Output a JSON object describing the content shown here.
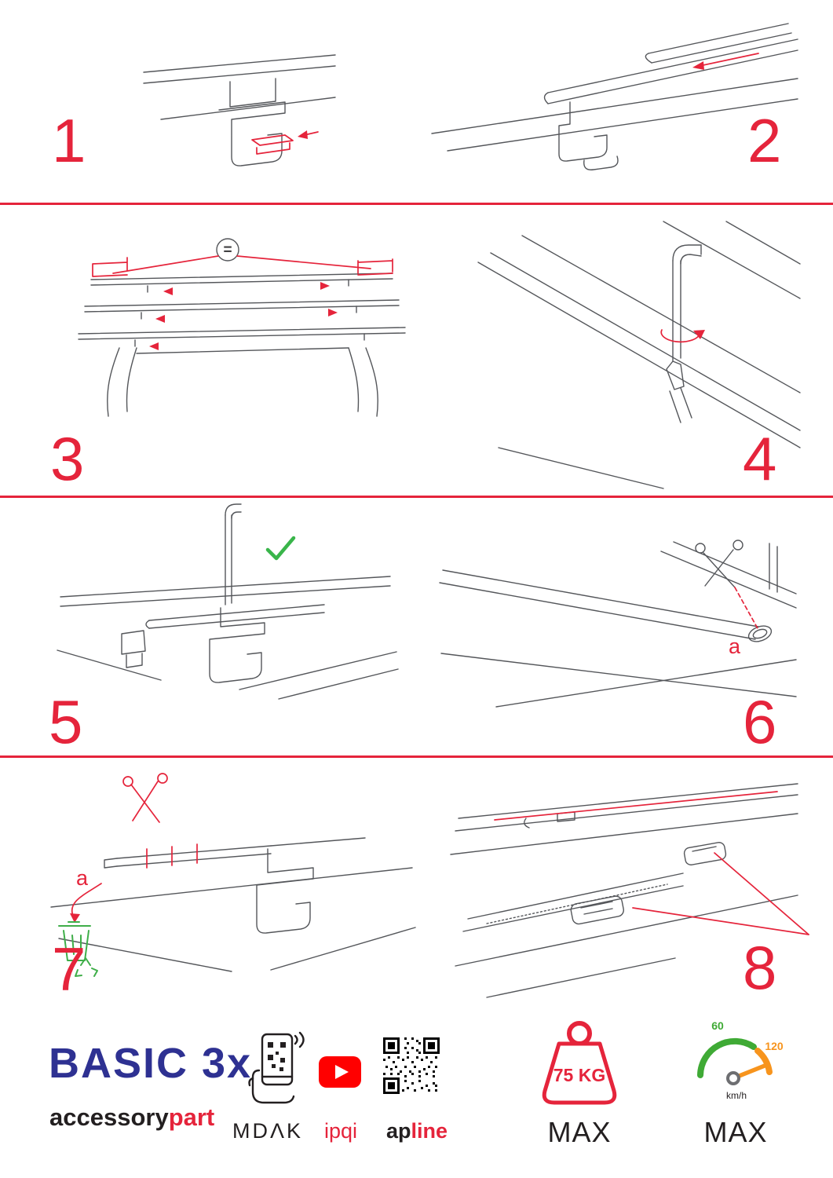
{
  "colors": {
    "accent_red": "#e5243b",
    "line_gray": "#54565a",
    "brand_blue": "#2e3192",
    "brand_black": "#231f20",
    "check_green": "#39b54a",
    "bin_green": "#3fae49",
    "youtube_red": "#ff0000",
    "speed_green": "#3faa35",
    "speed_orange": "#f7941d"
  },
  "steps": [
    "1",
    "2",
    "3",
    "4",
    "5",
    "6",
    "7",
    "8"
  ],
  "annotations": {
    "equal_spacing": "=",
    "cut_label_6": "a",
    "cut_label_7": "a"
  },
  "icons": {
    "step5_ok": "check-icon",
    "step6_cut": "scissors-icon",
    "step7_cut": "scissors-icon",
    "step7_discard": "recycle-bin-icon",
    "footer_scan": "phone-qr-icon",
    "footer_video": "youtube-icon",
    "footer_qr": "qr-code-icon",
    "footer_load": "weight-icon",
    "footer_speed": "speedometer-icon"
  },
  "footer": {
    "brand_title": "BASIC 3x",
    "brand_sub_black": "accessory",
    "brand_sub_red": "part",
    "partner_mdak": "MDΛK",
    "partner_ipqi": "ipqi",
    "partner_apline_black": "ap",
    "partner_apline_red": "line",
    "load_value": "75 KG",
    "load_max": "MAX",
    "speed_min": "60",
    "speed_max_value": "120",
    "speed_unit": "km/h",
    "speed_max": "MAX"
  }
}
